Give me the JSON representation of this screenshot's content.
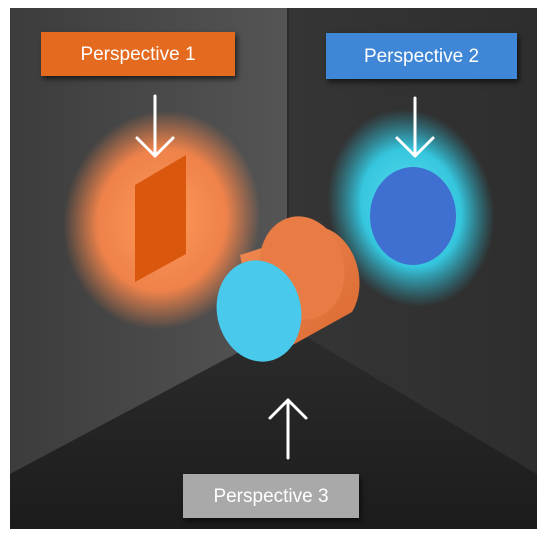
{
  "labels": {
    "perspective_1": "Perspective 1",
    "perspective_2": "Perspective 2",
    "perspective_3": "Perspective 3"
  },
  "colors": {
    "orange": "#e46a1f",
    "orange_glow": "#ff8a4a",
    "orange_projection": "#d9580e",
    "blue_label": "#3f86d6",
    "cyan_glow": "#3ad3ea",
    "blue_projection": "#3f6fd1",
    "cylinder_face": "#49c9ec",
    "cylinder_body": "#e97c45",
    "gray_label": "#a9a9a9",
    "wall_left": "#4a4a4a",
    "wall_right": "#3a3a3a",
    "floor": "#262626"
  }
}
